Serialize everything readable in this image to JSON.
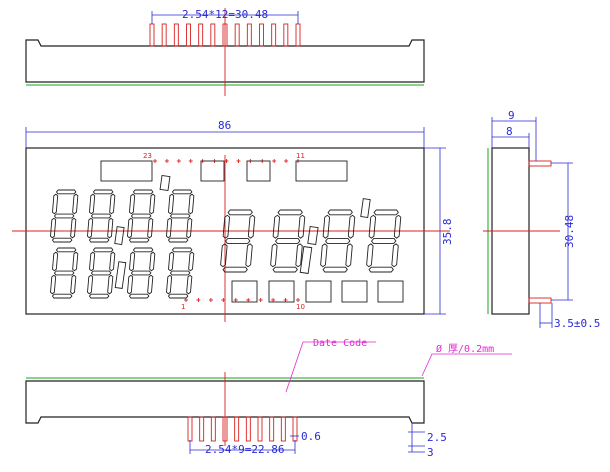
{
  "dimensions": {
    "top_pitch": "2.54*12=30.48",
    "width": "86",
    "height": "35.8",
    "side_total": "9",
    "side_body": "8",
    "side_pitch": "30.48",
    "pin_offset": "3.5±0.5",
    "bottom_pitch": "2.54*9=22.86",
    "pin_width": "0.6",
    "pin_length_a": "2.5",
    "pin_length_b": "3"
  },
  "pin_labels": {
    "top_left": "23",
    "top_right": "11",
    "bottom_left": "1",
    "bottom_right": "10"
  },
  "notes": {
    "date_code": "Date Code",
    "thickness": "Ø 厚/0.2mm"
  },
  "colors": {
    "outline": "#222222",
    "dimension": "#2a2ad6",
    "pin": "#d82020",
    "reference": "#1aa51a",
    "note": "#e02ad0"
  }
}
